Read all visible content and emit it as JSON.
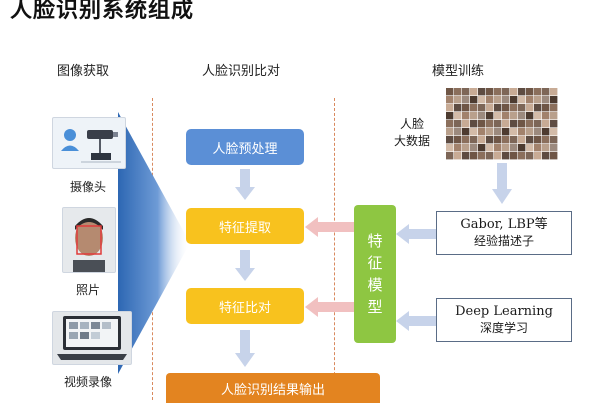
{
  "title": "人脸识别系统组成",
  "columns": {
    "image_acquisition": "图像获取",
    "recognition_comparison": "人脸识别比对",
    "model_training": "模型训练"
  },
  "sources": [
    {
      "label": "摄像头",
      "icon": "camera-icon"
    },
    {
      "label": "照片",
      "icon": "face-photo"
    },
    {
      "label": "视频录像",
      "icon": "laptop-video"
    }
  ],
  "flow": {
    "preprocess": "人脸预处理",
    "feature_extract": "特征提取",
    "feature_compare": "特征比对",
    "result_output": "人脸识别结果输出"
  },
  "feature_model_chars": [
    "特",
    "征",
    "模",
    "型"
  ],
  "training": {
    "big_data_line1": "人脸",
    "big_data_line2": "大数据",
    "gabor_line1": "Gabor, LBP等",
    "gabor_line2": "经验描述子",
    "deep_line1": "Deep Learning",
    "deep_line2": "深度学习"
  },
  "colors": {
    "blue_box": "#5b8fd6",
    "yellow_box": "#f8c21e",
    "orange_box": "#e38420",
    "green_box": "#8ec642",
    "arrow": "#c7d3ea",
    "pink_arrow": "#f1c0c0"
  }
}
